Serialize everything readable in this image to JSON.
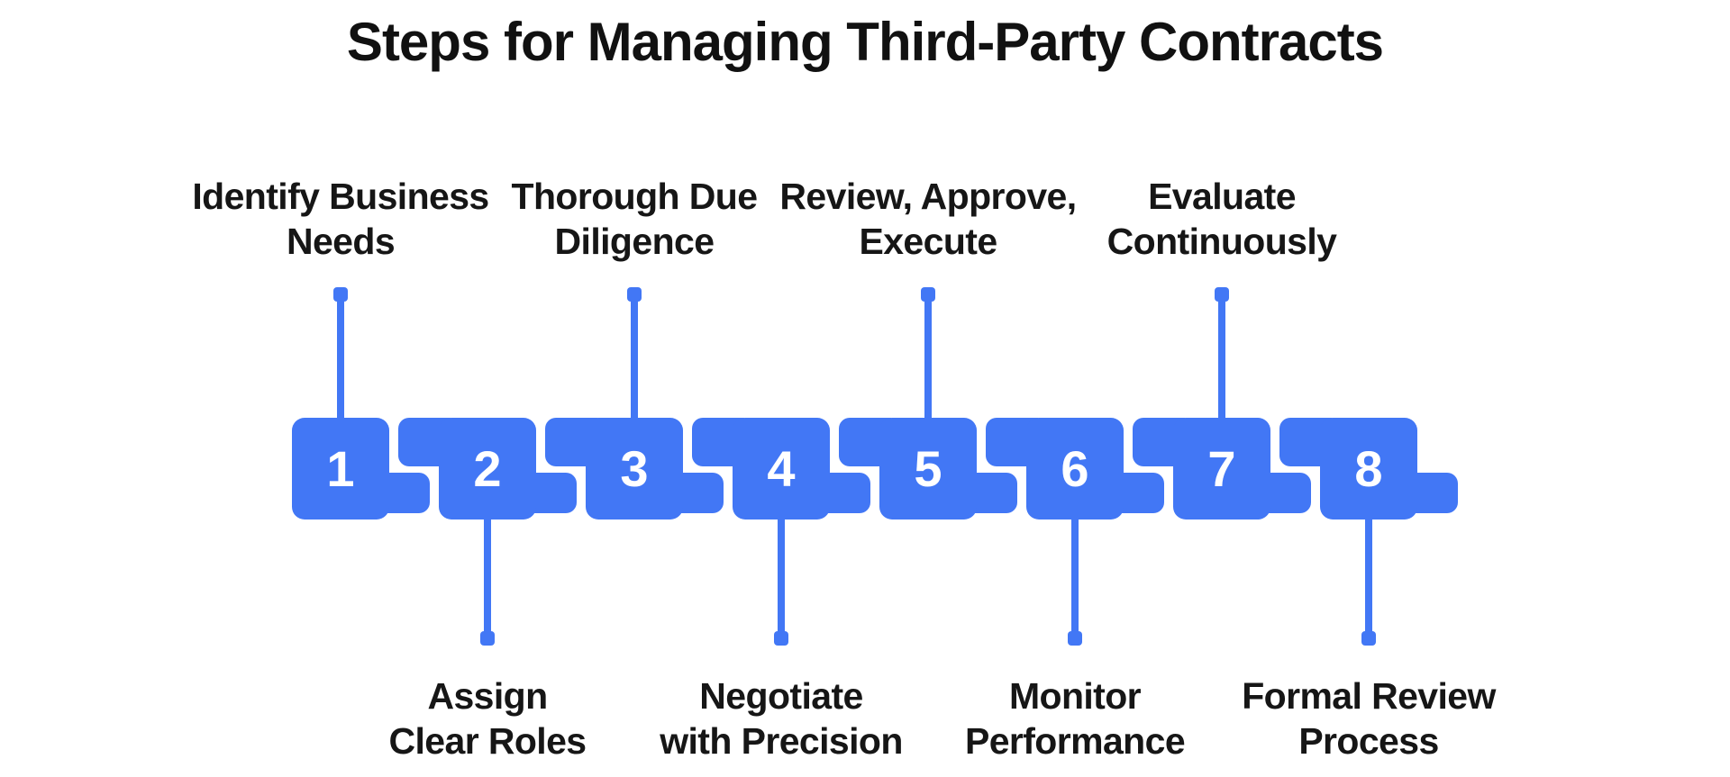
{
  "title": "Steps for Managing Third-Party Contracts",
  "colors": {
    "accent": "#4277F5",
    "title_text": "#111111",
    "label_text": "#161616",
    "number_text": "#FFFFFF",
    "background": "#FFFFFF"
  },
  "steps": [
    {
      "number": "1",
      "lines": [
        "Identify Business",
        "Needs"
      ],
      "label_side": "top"
    },
    {
      "number": "2",
      "lines": [
        "Assign",
        "Clear Roles"
      ],
      "label_side": "bottom"
    },
    {
      "number": "3",
      "lines": [
        "Thorough Due",
        "Diligence"
      ],
      "label_side": "top"
    },
    {
      "number": "4",
      "lines": [
        "Negotiate",
        "with Precision"
      ],
      "label_side": "bottom"
    },
    {
      "number": "5",
      "lines": [
        "Review, Approve,",
        "Execute"
      ],
      "label_side": "top"
    },
    {
      "number": "6",
      "lines": [
        "Monitor",
        "Performance"
      ],
      "label_side": "bottom"
    },
    {
      "number": "7",
      "lines": [
        "Evaluate",
        "Continuously"
      ],
      "label_side": "top"
    },
    {
      "number": "8",
      "lines": [
        "Formal Review",
        "Process"
      ],
      "label_side": "bottom"
    }
  ]
}
